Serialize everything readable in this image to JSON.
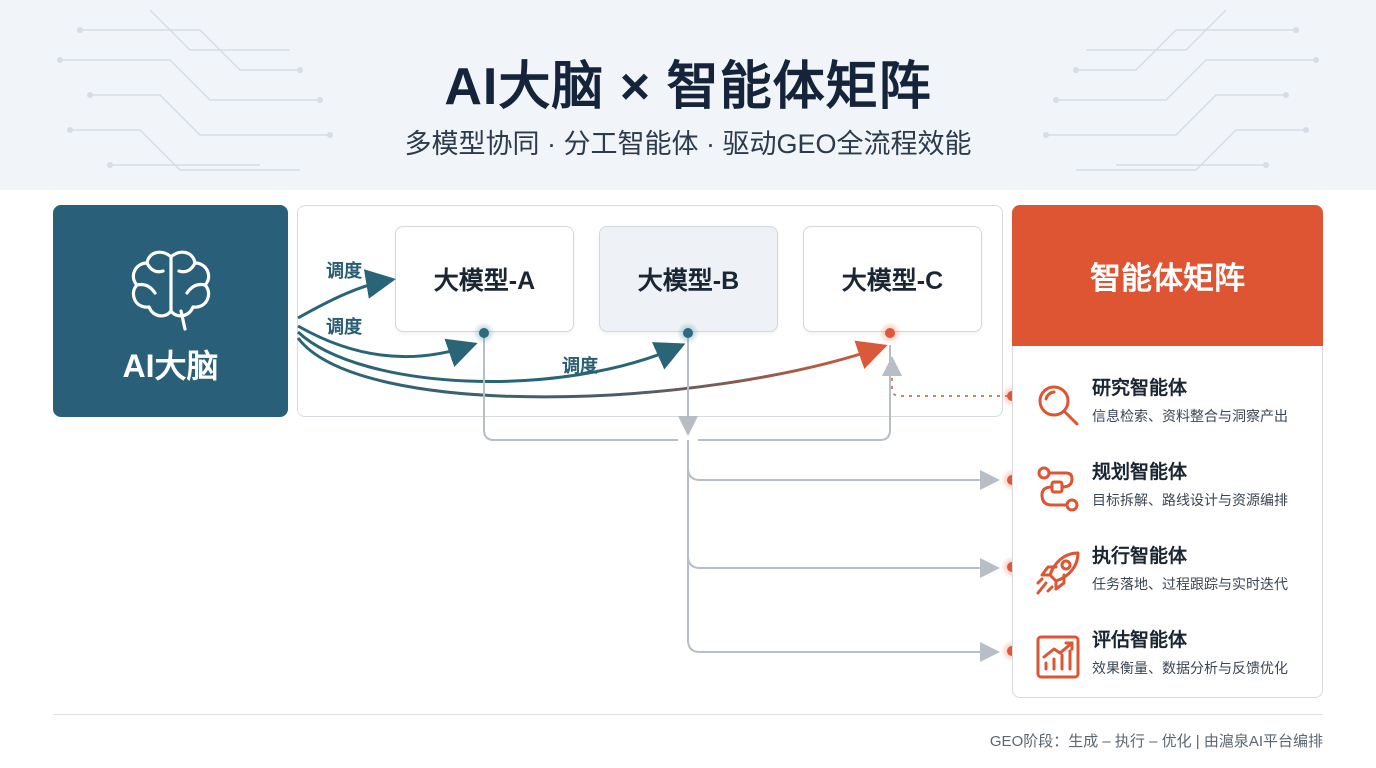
{
  "header": {
    "title": "AI大脑 × 智能体矩阵",
    "subtitle": "多模型协同 · 分工智能体 · 驱动GEO全流程效能"
  },
  "brain": {
    "label": "AI大脑",
    "icon": "brain-icon"
  },
  "dispatch_labels": [
    "调度",
    "调度",
    "调度"
  ],
  "models": [
    {
      "label": "大模型-A"
    },
    {
      "label": "大模型-B"
    },
    {
      "label": "大模型-C"
    }
  ],
  "matrix": {
    "title": "智能体矩阵",
    "agents": [
      {
        "name": "研究智能体",
        "desc": "信息检索、资料整合与洞察产出",
        "icon": "magnifier-icon"
      },
      {
        "name": "规划智能体",
        "desc": "目标拆解、路线设计与资源编排",
        "icon": "route-icon"
      },
      {
        "name": "执行智能体",
        "desc": "任务落地、过程跟踪与实时迭代",
        "icon": "rocket-icon"
      },
      {
        "name": "评估智能体",
        "desc": "效果衡量、数据分析与反馈优化",
        "icon": "chart-icon"
      }
    ]
  },
  "colors": {
    "brain": "#295f78",
    "accent": "#dd5532",
    "teal": "#2a6577",
    "connector": "#b8bec6"
  },
  "footer": {
    "text": "GEO阶段：生成 – 执行 – 优化 | 由滬泉AI平台编排"
  }
}
